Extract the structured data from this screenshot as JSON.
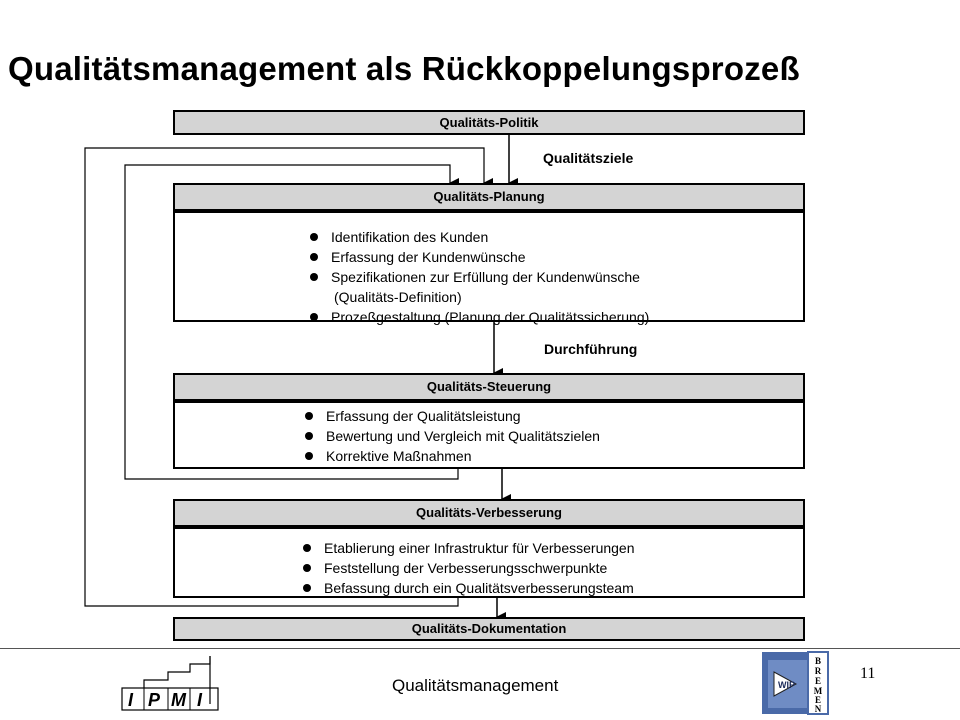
{
  "title": "Qualitätsmanagement als Rückkoppelungsprozeß",
  "boxes": {
    "politik": {
      "header": "Qualitäts-Politik"
    },
    "planung": {
      "header": "Qualitäts-Planung",
      "items": [
        "Identifikation des Kunden",
        "Erfassung der Kundenwünsche",
        "Spezifikationen zur Erfüllung der Kundenwünsche",
        "(Qualitäts-Definition)",
        "Prozeßgestaltung (Planung der Qualitätssicherung)"
      ]
    },
    "steuerung": {
      "header": "Qualitäts-Steuerung",
      "items": [
        "Erfassung der Qualitätsleistung",
        "Bewertung und Vergleich mit Qualitätszielen",
        "Korrektive Maßnahmen"
      ]
    },
    "verbesserung": {
      "header": "Qualitäts-Verbesserung",
      "items": [
        "Etablierung einer Infrastruktur für Verbesserungen",
        "Feststellung der Verbesserungsschwerpunkte",
        "Befassung durch ein Qualitätsverbesserungsteam"
      ]
    },
    "dokumentation": {
      "header": "Qualitäts-Dokumentation"
    }
  },
  "labels": {
    "qualitaetsziele": "Qualitätsziele",
    "durchfuehrung": "Durchführung"
  },
  "footer": {
    "text": "Qualitätsmanagement",
    "page_number": "11",
    "left_logo_text": [
      "I",
      "P",
      "M",
      "I"
    ],
    "right_logo_text": "WIP",
    "right_logo_vertical": [
      "B",
      "R",
      "E",
      "M",
      "E",
      "N"
    ]
  },
  "colors": {
    "header_fill": "#d4d4d4",
    "logo_blue": "#4a6aa8"
  }
}
